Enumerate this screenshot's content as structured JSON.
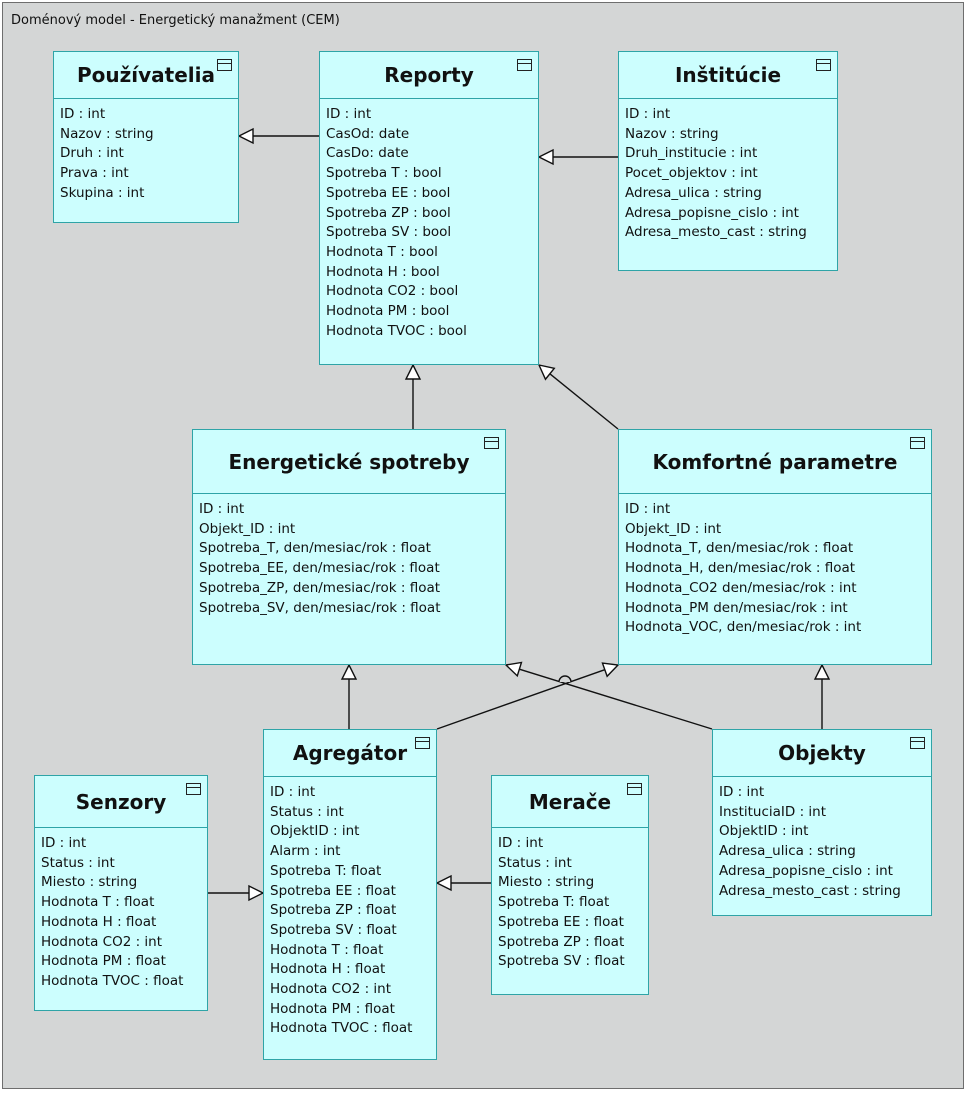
{
  "frame_title": "Doménový model - Energetický manažment (CEM)",
  "classes": {
    "pouzivatelia": {
      "name": "Používatelia",
      "attrs": [
        "ID : int",
        "Nazov : string",
        "Druh : int",
        "Prava : int",
        "Skupina : int"
      ]
    },
    "reporty": {
      "name": "Reporty",
      "attrs": [
        "ID : int",
        "CasOd: date",
        "CasDo: date",
        "Spotreba T : bool",
        "Spotreba EE : bool",
        "Spotreba ZP : bool",
        "Spotreba SV : bool",
        "Hodnota T : bool",
        "Hodnota H : bool",
        "Hodnota CO2 : bool",
        "Hodnota PM : bool",
        "Hodnota TVOC : bool"
      ]
    },
    "institucie": {
      "name": "Inštitúcie",
      "attrs": [
        "ID : int",
        "Nazov : string",
        "Druh_institucie : int",
        "Pocet_objektov : int",
        "Adresa_ulica : string",
        "Adresa_popisne_cislo : int",
        "Adresa_mesto_cast : string"
      ]
    },
    "energeticke": {
      "name": "Energetické spotreby",
      "attrs": [
        "ID : int",
        "Objekt_ID : int",
        "Spotreba_T, den/mesiac/rok : float",
        "Spotreba_EE, den/mesiac/rok : float",
        "Spotreba_ZP, den/mesiac/rok : float",
        "Spotreba_SV, den/mesiac/rok : float"
      ]
    },
    "komfortne": {
      "name": "Komfortné parametre",
      "attrs": [
        "ID : int",
        "Objekt_ID : int",
        "Hodnota_T, den/mesiac/rok : float",
        "Hodnota_H, den/mesiac/rok : float",
        "Hodnota_CO2 den/mesiac/rok : int",
        "Hodnota_PM den/mesiac/rok : int",
        "Hodnota_VOC, den/mesiac/rok : int"
      ]
    },
    "agregator": {
      "name": "Agregátor",
      "attrs": [
        "ID : int",
        "Status : int",
        "ObjektID : int",
        "Alarm : int",
        "Spotreba T: float",
        "Spotreba EE : float",
        "Spotreba ZP : float",
        "Spotreba SV : float",
        "Hodnota T : float",
        "Hodnota H : float",
        "Hodnota CO2 : int",
        "Hodnota PM : float",
        "Hodnota TVOC : float"
      ]
    },
    "senzory": {
      "name": "Senzory",
      "attrs": [
        "ID : int",
        "Status : int",
        "Miesto : string",
        "Hodnota T : float",
        "Hodnota H : float",
        "Hodnota CO2 : int",
        "Hodnota PM : float",
        "Hodnota TVOC : float"
      ]
    },
    "merace": {
      "name": "Merače",
      "attrs": [
        "ID : int",
        "Status : int",
        "Miesto : string",
        "Spotreba T: float",
        "Spotreba EE : float",
        "Spotreba ZP : float",
        "Spotreba SV : float"
      ]
    },
    "objekty": {
      "name": "Objekty",
      "attrs": [
        "ID : int",
        "InstituciaID : int",
        "ObjektID : int",
        "Adresa_ulica : string",
        "Adresa_popisne_cislo : int",
        "Adresa_mesto_cast : string"
      ]
    }
  },
  "relations": [
    {
      "from": "reporty",
      "to": "pouzivatelia"
    },
    {
      "from": "institucie",
      "to": "reporty"
    },
    {
      "from": "energeticke",
      "to": "reporty"
    },
    {
      "from": "komfortne",
      "to": "reporty"
    },
    {
      "from": "agregator",
      "to": "energeticke"
    },
    {
      "from": "agregator",
      "to": "komfortne"
    },
    {
      "from": "objekty",
      "to": "energeticke"
    },
    {
      "from": "objekty",
      "to": "komfortne"
    },
    {
      "from": "senzory",
      "to": "agregator"
    },
    {
      "from": "merace",
      "to": "agregator"
    }
  ],
  "colors": {
    "frame": "#d4d6d6",
    "class_fill": "#ccfefe",
    "class_border": "#2ea4a7",
    "line": "#111111"
  }
}
